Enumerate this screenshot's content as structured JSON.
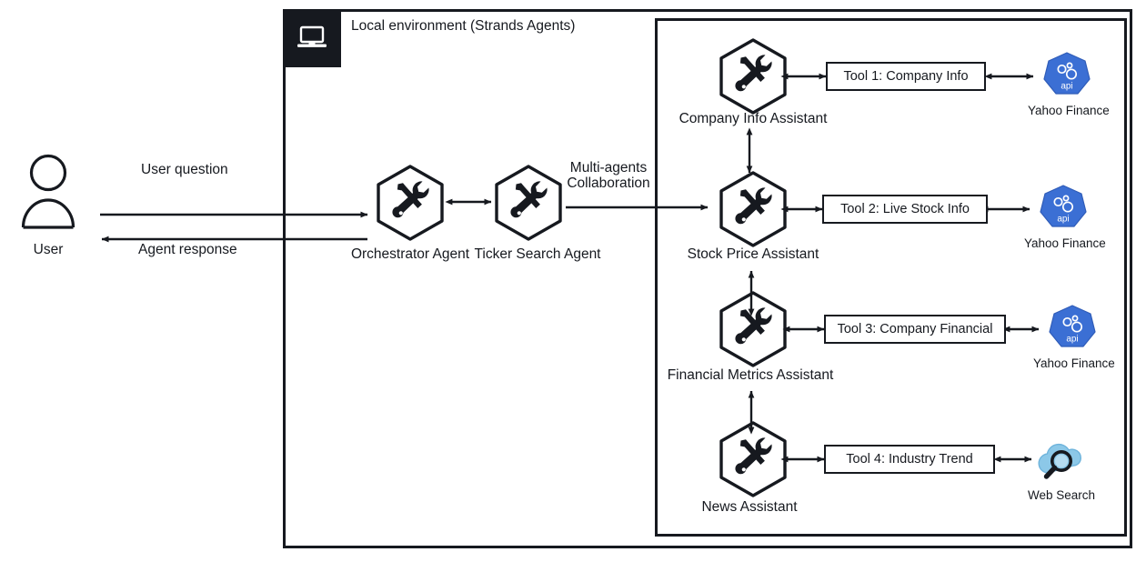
{
  "environment": {
    "title": "Local environment (Strands Agents)",
    "icon": "laptop-icon"
  },
  "actor": {
    "label": "User",
    "icon": "user-person-icon"
  },
  "flows": [
    {
      "label": "User question"
    },
    {
      "label": "Agent response"
    },
    {
      "label_line1": "Multi-agents",
      "label_line2": "Collaboration"
    }
  ],
  "agents": [
    {
      "label": "Orchestrator Agent",
      "icon": "tools-hexagon-icon"
    },
    {
      "label": "Ticker Search Agent",
      "icon": "tools-hexagon-icon"
    }
  ],
  "assistants": [
    {
      "label": "Company Info Assistant",
      "icon": "tools-hexagon-icon",
      "tool": "Tool 1: Company Info",
      "service": "Yahoo Finance",
      "service_icon": "api-gateway-icon",
      "service_badge": "api"
    },
    {
      "label": "Stock Price Assistant",
      "icon": "tools-hexagon-icon",
      "tool": "Tool 2: Live Stock Info",
      "service": "Yahoo Finance",
      "service_icon": "api-gateway-icon",
      "service_badge": "api"
    },
    {
      "label": "Financial Metrics Assistant",
      "icon": "tools-hexagon-icon",
      "tool": "Tool 3: Company Financial",
      "service": "Yahoo Finance",
      "service_icon": "api-gateway-icon",
      "service_badge": "api"
    },
    {
      "label": "News Assistant",
      "icon": "tools-hexagon-icon",
      "tool": "Tool 4: Industry Trend",
      "service": "Web Search",
      "service_icon": "cloud-search-icon",
      "service_badge": ""
    }
  ],
  "colors": {
    "stroke": "#16191f",
    "api_blue": "#3B6FD4",
    "api_blue_dark": "#2f5cb8",
    "cloud_blue": "#8CC8E8",
    "cloud_blue_dark": "#6FB4DC",
    "background": "#ffffff"
  }
}
